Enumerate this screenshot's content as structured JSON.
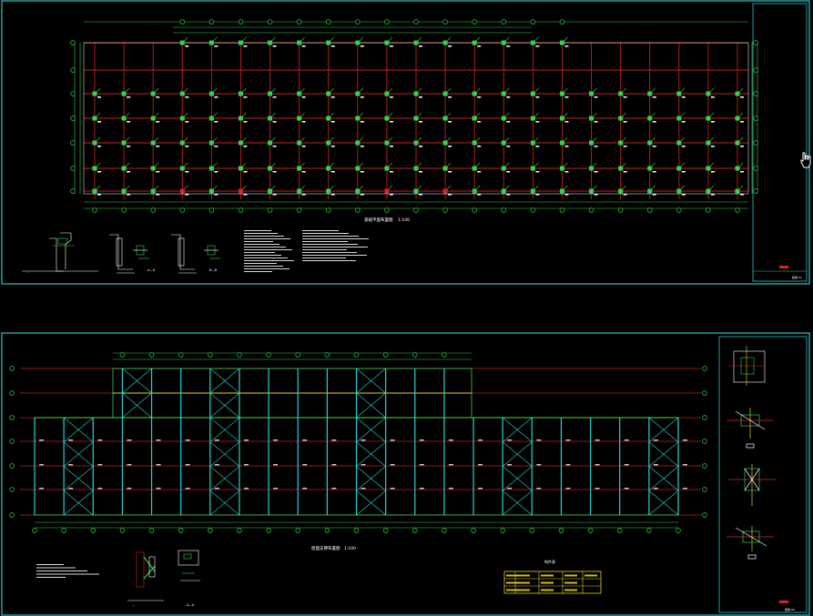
{
  "sheet1": {
    "plan_title": "基础平面布置图",
    "plan_scale": "1:100",
    "detail_labels": [
      "A—A",
      "B—B"
    ],
    "stamp": "结施-01"
  },
  "sheet2": {
    "plan_title": "屋面支撑布置图",
    "plan_scale": "1:100",
    "detail_labels": [
      "A—A",
      "B—B"
    ],
    "stamp": "结施-02",
    "table_title": "构件表"
  },
  "colors": {
    "background": "#000000",
    "frame": "#2ec4c4",
    "axis": "#c81e1e",
    "dimension": "#2bd84a",
    "bracing": "#22d3d3",
    "table": "#e6d21a",
    "stamp": "#e02020",
    "text": "#ffffff"
  },
  "icons": [
    "cursor-hand-icon"
  ]
}
